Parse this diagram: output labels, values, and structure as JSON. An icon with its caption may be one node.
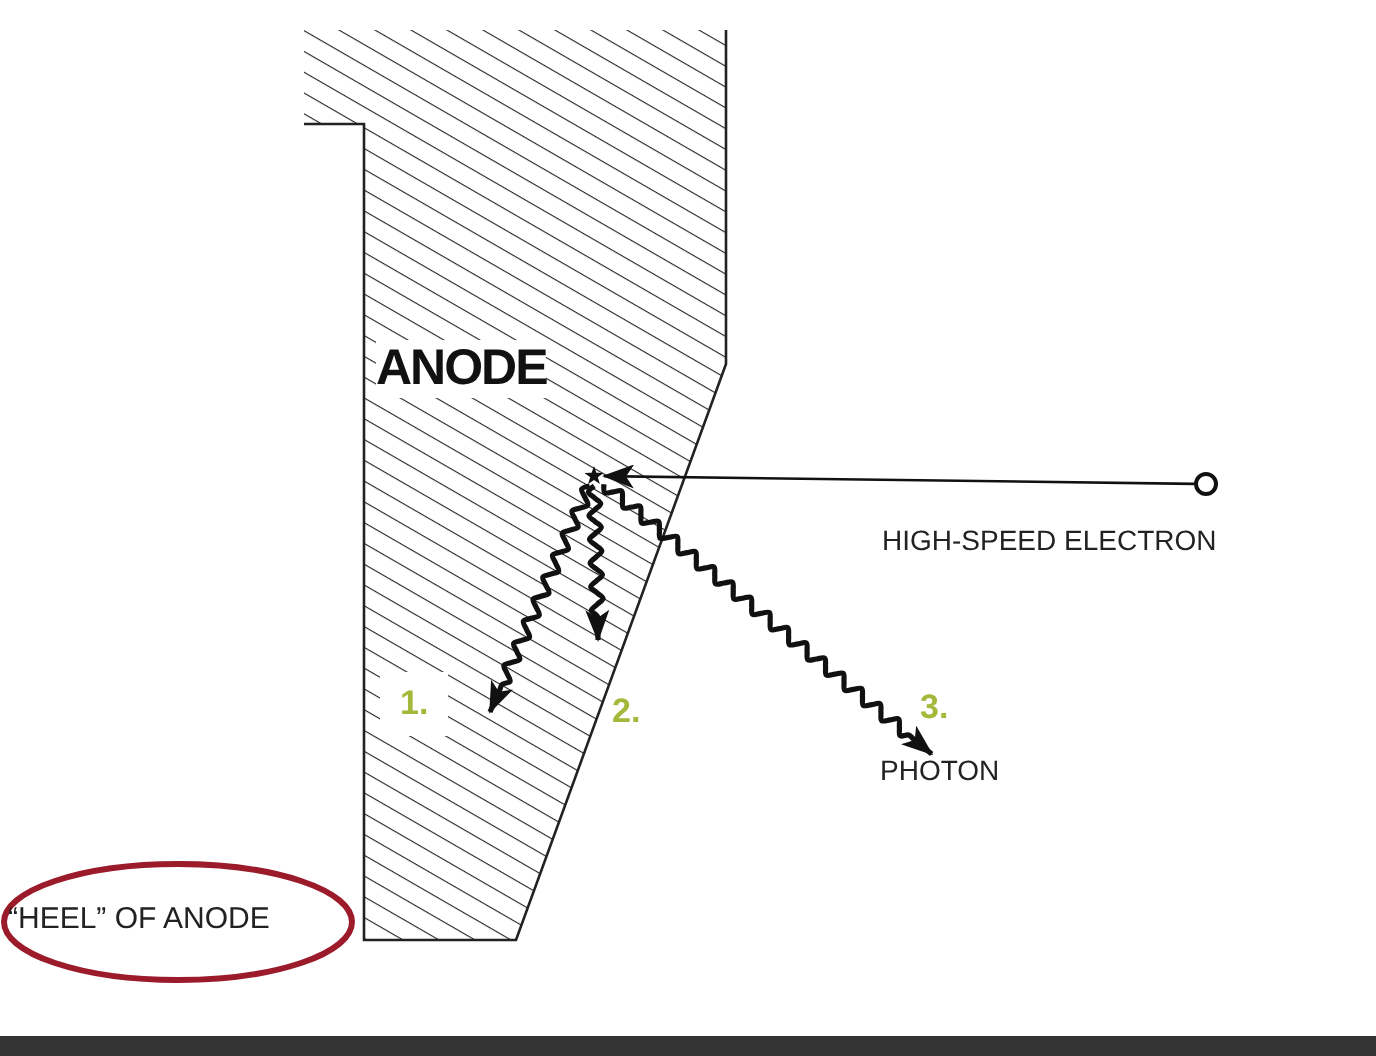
{
  "diagram": {
    "nodes": [
      {
        "text": [
          "ANODE"
        ]
      },
      {
        "text": [],
        "shape": "circle"
      },
      {
        "text": [
          "“HEEL” OF ANODE"
        ]
      },
      {
        "text": [],
        "shape": "star",
        "in": 0
      },
      {
        "text": [
          "PHOTON"
        ]
      }
    ],
    "edges": [
      {
        "from": 1,
        "to": 3,
        "arrow": "to"
      },
      {
        "from": 3,
        "to": null,
        "arrow": "to"
      },
      {
        "from": 3,
        "to": null,
        "arrow": "to"
      },
      {
        "from": 3,
        "to": 4,
        "arrow": "to"
      }
    ],
    "labels": [
      "HIGH-SPEED ELECTRON",
      "1.",
      "2.",
      "3."
    ]
  }
}
